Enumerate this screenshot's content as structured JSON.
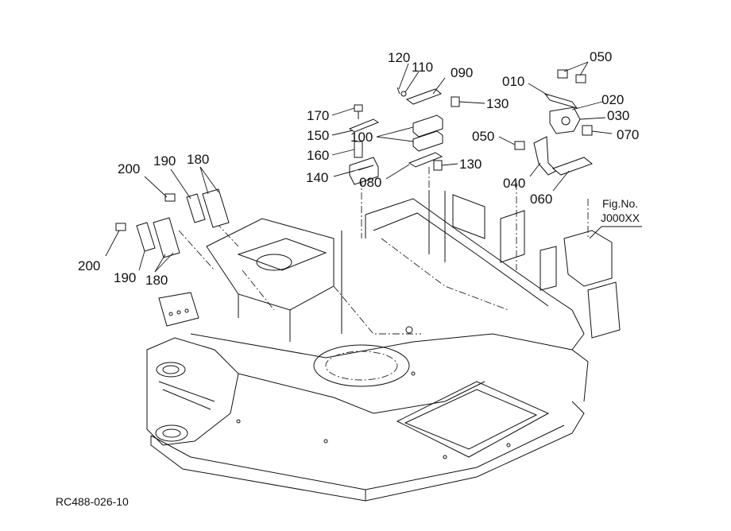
{
  "figure_ref": {
    "line1": "Fig.No.",
    "line2": "J000XX"
  },
  "drawing_code": "RC488-026-10",
  "callouts": [
    {
      "id": "c050a",
      "text": "050"
    },
    {
      "id": "c120",
      "text": "120"
    },
    {
      "id": "c110",
      "text": "110"
    },
    {
      "id": "c090",
      "text": "090"
    },
    {
      "id": "c010",
      "text": "010"
    },
    {
      "id": "c020",
      "text": "020"
    },
    {
      "id": "c030",
      "text": "030"
    },
    {
      "id": "c070",
      "text": "070"
    },
    {
      "id": "c050b",
      "text": "050"
    },
    {
      "id": "c040",
      "text": "040"
    },
    {
      "id": "c060",
      "text": "060"
    },
    {
      "id": "c170",
      "text": "170"
    },
    {
      "id": "c130a",
      "text": "130"
    },
    {
      "id": "c150",
      "text": "150"
    },
    {
      "id": "c100",
      "text": "100"
    },
    {
      "id": "c160",
      "text": "160"
    },
    {
      "id": "c140",
      "text": "140"
    },
    {
      "id": "c080",
      "text": "080"
    },
    {
      "id": "c130b",
      "text": "130"
    },
    {
      "id": "c200a",
      "text": "200"
    },
    {
      "id": "c190a",
      "text": "190"
    },
    {
      "id": "c180a",
      "text": "180"
    },
    {
      "id": "c200b",
      "text": "200"
    },
    {
      "id": "c190b",
      "text": "190"
    },
    {
      "id": "c180b",
      "text": "180"
    }
  ]
}
